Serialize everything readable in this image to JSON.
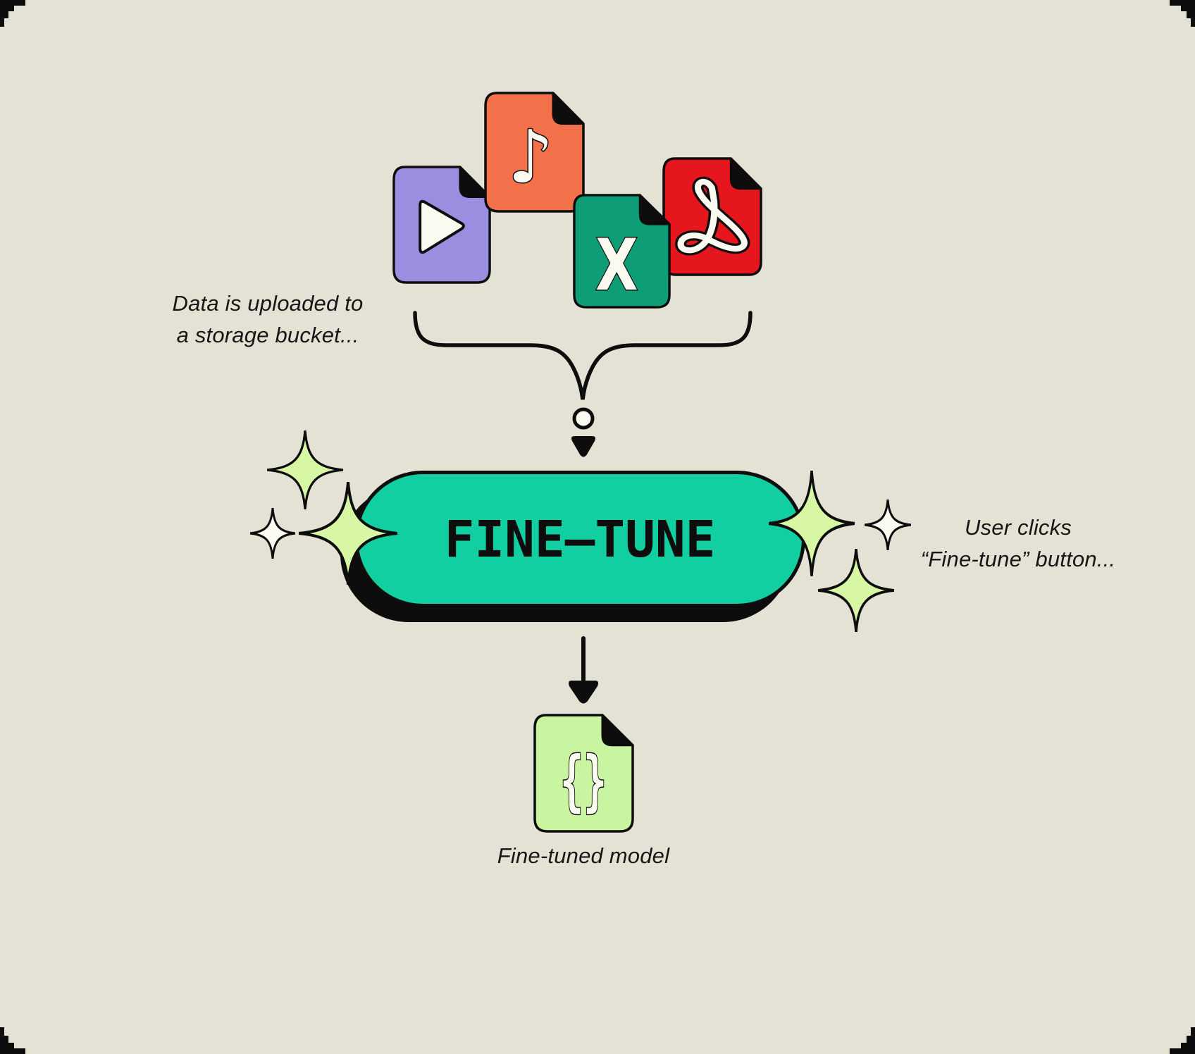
{
  "canvas": {
    "background_color": "#e4e2d4",
    "corner_color": "#0d0d0d",
    "outline_color": "#0d0d0d",
    "offwhite": "#fbfaf1"
  },
  "captions": {
    "upload": {
      "line1": "Data is uploaded to",
      "line2": "a storage bucket..."
    },
    "click": {
      "line1": "User clicks",
      "line2": "“Fine-tune” button..."
    },
    "model": {
      "label": "Fine-tuned model"
    }
  },
  "button": {
    "label": "FINE—TUNE",
    "fill": "#11cfa0",
    "text_color": "#0d0d0d",
    "shadow_color": "#0d0d0d"
  },
  "files": [
    {
      "name": "video-file",
      "color": "#998ee0",
      "glyph": "play-icon"
    },
    {
      "name": "audio-file",
      "color": "#f3714a",
      "glyph": "music-note-icon",
      "char": "♪"
    },
    {
      "name": "pdf-file",
      "color": "#e5161d",
      "glyph": "acrobat-swirl-icon"
    },
    {
      "name": "spreadsheet-file",
      "color": "#0e9d77",
      "glyph": "letter-x",
      "char": "X"
    }
  ],
  "model_file": {
    "color": "#c9f4a0",
    "char": "{}"
  },
  "sparkles": {
    "green_fill": "#d8f7a4",
    "white_fill": "#fbfaf1"
  },
  "connector": {
    "stroke_color": "#0d0d0d",
    "dot_fill": "#fbfaf1"
  }
}
